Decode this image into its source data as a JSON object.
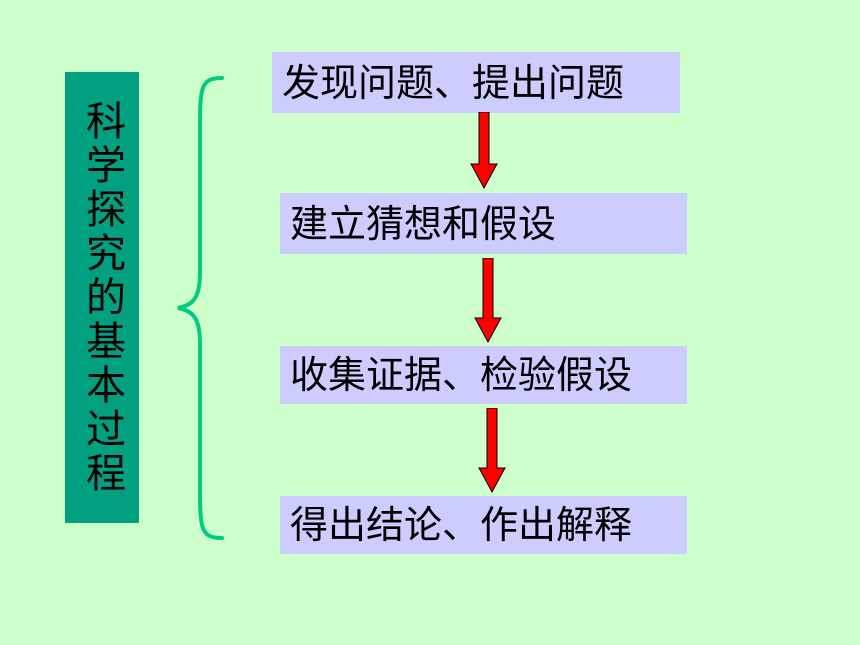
{
  "title": "科学探究的基本过程",
  "steps": [
    "发现问题、提出问题",
    "建立猜想和假设",
    "收集证据、检验假设",
    "得出结论、作出解释"
  ],
  "colors": {
    "background": "#ccffcc",
    "title_box": "#00a080",
    "step_box": "#ccccff",
    "arrow": "#ff0000",
    "brace": "#00cc80"
  }
}
